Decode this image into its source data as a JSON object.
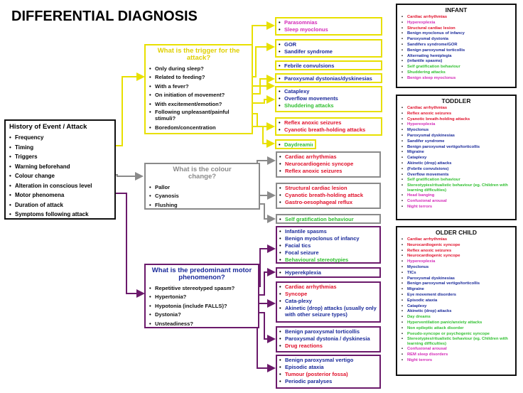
{
  "title": "DIFFERENTIAL DIAGNOSIS",
  "colors": {
    "yellow": "#e8e000",
    "grey": "#8a8a8a",
    "purple": "#6b1a6b",
    "red": "#e0102a",
    "blue": "#1a2a9a",
    "green": "#2fbf2f",
    "magenta": "#d42bb8"
  },
  "history": {
    "title": "History of Event / Attack",
    "items": [
      "Frequency",
      "Timing",
      "Triggers",
      "Warning beforehand",
      "Colour change",
      "Alteration in conscious level",
      "Motor phenomena",
      "Duration of attack",
      "Symptoms following attack"
    ]
  },
  "trigger": {
    "question": "What is the trigger for the attack?",
    "items": [
      "Only during sleep?",
      "Related to feeding?",
      "With a fever?",
      "On initiation of movement?",
      "With excitement/emotion?",
      "Following unpleasant/painful stimuli?",
      "Boredom/concentration"
    ]
  },
  "colour": {
    "question": "What is the colour change?",
    "items": [
      "Pallor",
      "Cyanosis",
      "Flushing"
    ]
  },
  "motor": {
    "question": "What is the predominant motor phenomenon?",
    "items": [
      "Repetitive stereotyped spasm?",
      "Hypertonia?",
      "Hypotonia (include FALLS)?",
      "Dystonia?",
      "Unsteadiness?"
    ]
  },
  "outcomes": {
    "sleep": [
      {
        "t": "Parasomnias",
        "c": "mag"
      },
      {
        "t": "Sleep myoclonus",
        "c": "mag"
      }
    ],
    "feeding": [
      {
        "t": "GOR",
        "c": "blu"
      },
      {
        "t": "Sandifer syndrome",
        "c": "blu"
      }
    ],
    "fever": [
      {
        "t": "Febrile convulsions",
        "c": "blu"
      }
    ],
    "movement": [
      {
        "t": "Paroxysmal dystonias/dyskinesias",
        "c": "blu"
      }
    ],
    "emotion": [
      {
        "t": "Cataplexy",
        "c": "blu"
      },
      {
        "t": "Overflow movements",
        "c": "blu"
      },
      {
        "t": "Shuddering attacks",
        "c": "grn"
      }
    ],
    "painful": [
      {
        "t": "Reflex anoxic seizures",
        "c": "red"
      },
      {
        "t": "Cyanotic breath-holding attacks",
        "c": "red"
      }
    ],
    "boredom": [
      {
        "t": "Daydreaming",
        "c": "grn"
      }
    ],
    "pallor": [
      {
        "t": "Cardiac arrhythmias",
        "c": "red"
      },
      {
        "t": "Neurocardiogenic syncope",
        "c": "red"
      },
      {
        "t": "Reflex anoxic seizures",
        "c": "red"
      }
    ],
    "cyanosis": [
      {
        "t": "Structural cardiac lesion",
        "c": "red"
      },
      {
        "t": "Cyanotic breath-holding attack",
        "c": "red"
      },
      {
        "t": "Gastro-oesophageal reflux",
        "c": "red"
      }
    ],
    "flushing": [
      {
        "t": "Self gratification behaviour",
        "c": "grn"
      }
    ],
    "spasm": [
      {
        "t": "Infantile spasms",
        "c": "blu"
      },
      {
        "t": "Benign myoclonus of infancy",
        "c": "blu"
      },
      {
        "t": "Facial tics",
        "c": "blu"
      },
      {
        "t": "Focal seizure",
        "c": "blu"
      },
      {
        "t": "Behavioural stereotypies",
        "c": "grn"
      }
    ],
    "hypertonia": [
      {
        "t": "Hyperekplexia",
        "c": "blu"
      }
    ],
    "hypotonia": [
      {
        "t": "Cardiac arrhythmias",
        "c": "red"
      },
      {
        "t": "Syncope",
        "c": "red"
      },
      {
        "t": "Cata-plexy",
        "c": "blu"
      },
      {
        "t": "Akinetic (drop) attacks (usually only with other seizure types)",
        "c": "blu"
      }
    ],
    "dystonia": [
      {
        "t": "Benign paroxysmal torticollis",
        "c": "blu"
      },
      {
        "t": "Paroxysmal dystonia / dyskinesia",
        "c": "blu"
      },
      {
        "t": "Drug reactions",
        "c": "red"
      }
    ],
    "unsteadiness": [
      {
        "t": "Benign paroxysmal vertigo",
        "c": "blu"
      },
      {
        "t": "Episodic ataxia",
        "c": "blu"
      },
      {
        "t": "Tumour (posterior fossa)",
        "c": "red"
      },
      {
        "t": "Periodic paralyses",
        "c": "blu"
      }
    ]
  },
  "infant": {
    "title": "INFANT",
    "items": [
      {
        "t": "Cardiac arrhythmias",
        "c": "red"
      },
      {
        "t": "Hyperexplexia",
        "c": "mag"
      },
      {
        "t": "Structural cardiac lesion",
        "c": "red"
      },
      {
        "t": "Benign myoclonus of infancy",
        "c": "blu"
      },
      {
        "t": "Paroxysmal dystonia",
        "c": "blu"
      },
      {
        "t": "Sandifers syndrome/GOR",
        "c": "blu"
      },
      {
        "t": "Benign paroxysmal torticollis",
        "c": "blu"
      },
      {
        "t": "Alternating hemiplegia",
        "c": "blu"
      },
      {
        "t": "(infantile spasms)",
        "c": "blu"
      },
      {
        "t": "Self gratification behaviour",
        "c": "grn"
      },
      {
        "t": "Shuddering attacks",
        "c": "grn"
      },
      {
        "t": "Benign sleep myoclonus",
        "c": "mag"
      }
    ]
  },
  "toddler": {
    "title": "TODDLER",
    "items": [
      {
        "t": "Cardiac arrhythmias",
        "c": "red"
      },
      {
        "t": "Reflex anoxic seizures",
        "c": "red"
      },
      {
        "t": "Cyanotic breath-holding attacks",
        "c": "red"
      },
      {
        "t": "Hyperexplexia",
        "c": "mag"
      },
      {
        "t": "Myoclonus",
        "c": "blu"
      },
      {
        "t": "Paroxysmal dyskinesias",
        "c": "blu"
      },
      {
        "t": "Sandifer syndrome",
        "c": "blu"
      },
      {
        "t": "Benign paroxysmal vertigo/torticollis",
        "c": "blu"
      },
      {
        "t": "Migraine",
        "c": "blu"
      },
      {
        "t": "Cataplexy",
        "c": "blu"
      },
      {
        "t": "Akinetic (drop) attacks",
        "c": "blu"
      },
      {
        "t": "(Febrile convulsions)",
        "c": "blu"
      },
      {
        "t": "Overflow movements",
        "c": "blu"
      },
      {
        "t": "Self gratification behaviour",
        "c": "grn"
      },
      {
        "t": "Stereotypies/ritualistic behaviour (eg. Children with learning difficulties)",
        "c": "grn"
      },
      {
        "t": "Head banging",
        "c": "mag"
      },
      {
        "t": "Confusional arousal",
        "c": "mag"
      },
      {
        "t": "Night terrors",
        "c": "mag"
      }
    ]
  },
  "older": {
    "title": "OLDER CHILD",
    "items": [
      {
        "t": "Cardiac arrhythmias",
        "c": "red"
      },
      {
        "t": "Neurocardiogenic syncope",
        "c": "red"
      },
      {
        "t": "Reflex anoxic seizures",
        "c": "red"
      },
      {
        "t": "Neurocardiogenic syncope",
        "c": "red"
      },
      {
        "t": "Hyperexplexia",
        "c": "mag"
      },
      {
        "t": "Myoclonus",
        "c": "blu"
      },
      {
        "t": "TICs",
        "c": "blu"
      },
      {
        "t": "Paroxysmal dyskinesias",
        "c": "blu"
      },
      {
        "t": "Benign paroxysmal vertigo/torticollis",
        "c": "blu"
      },
      {
        "t": "Migraine",
        "c": "blu"
      },
      {
        "t": "Eye movement disorders",
        "c": "blu"
      },
      {
        "t": "Episodic ataxia",
        "c": "blu"
      },
      {
        "t": "Cataplexy",
        "c": "blu"
      },
      {
        "t": "Akinetic (drop) attacks",
        "c": "blu"
      },
      {
        "t": "Day dreams",
        "c": "grn"
      },
      {
        "t": "Hyperventilation panic/anxiety attacks",
        "c": "grn"
      },
      {
        "t": "Non epileptic attack disorder",
        "c": "grn"
      },
      {
        "t": "Pseudo-syncope or psychogenic syncope",
        "c": "grn"
      },
      {
        "t": "Stereotypies/ritualistic behaviour (eg. Children with learning difficulties)",
        "c": "grn"
      },
      {
        "t": "Confusional arousal",
        "c": "mag"
      },
      {
        "t": "REM sleep disorders",
        "c": "mag"
      },
      {
        "t": "Night terrors",
        "c": "mag"
      }
    ]
  }
}
